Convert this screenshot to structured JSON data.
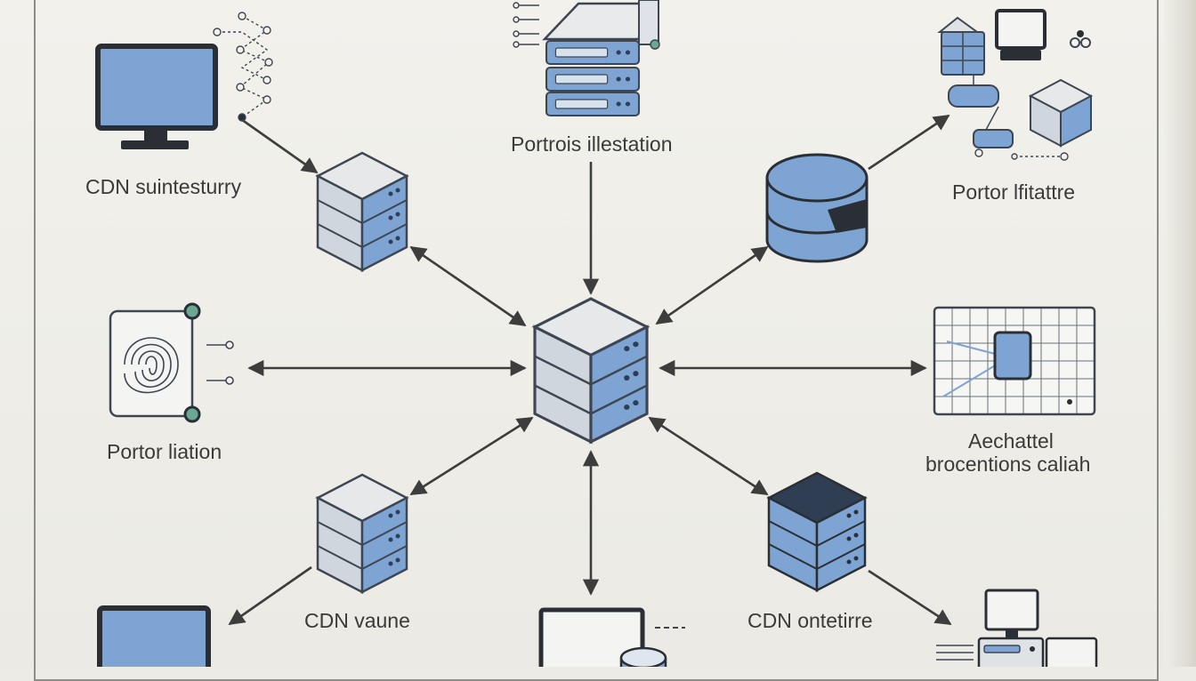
{
  "labels": {
    "top_center": "Portrois illestation",
    "top_left": "CDN suintesturry",
    "top_right": "Portor lfitattre",
    "mid_left": "Portor liation",
    "mid_right_1": "Aechattel",
    "mid_right_2": "brocentions caliah",
    "bottom_left": "CDN vaune",
    "bottom_right": "CDN ontetirre"
  },
  "colors": {
    "accent_blue": "#7ea4d4",
    "dark_blue": "#2f3e52",
    "outline": "#3e4652",
    "arrow": "#3d3d3d",
    "accent_green": "#6aa892"
  }
}
